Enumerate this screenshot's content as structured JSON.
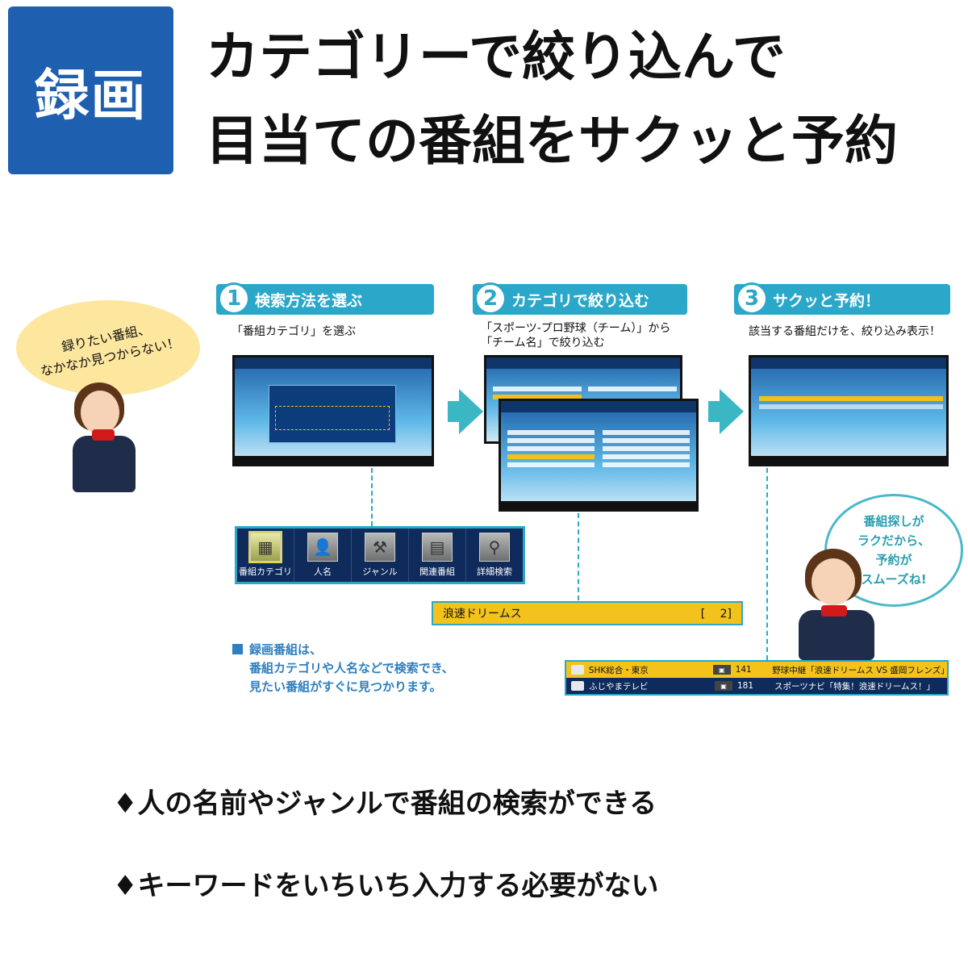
{
  "header": {
    "badge": "録画",
    "headline_line1": "カテゴリーで絞り込んで",
    "headline_line2": "目当ての番組をサクッと予約"
  },
  "bubble_left": {
    "line1": "録りたい番組、",
    "line2": "なかなか見つからない！"
  },
  "steps": [
    {
      "num": "1",
      "title": "検索方法を選ぶ",
      "desc1": "「番組カテゴリ」を選ぶ",
      "desc2": ""
    },
    {
      "num": "2",
      "title": "カテゴリで絞り込む",
      "desc1": "「スポーツ‐プロ野球（チーム）」から",
      "desc2": "「チーム名」で絞り込む"
    },
    {
      "num": "3",
      "title": "サクッと予約！",
      "desc1": "該当する番組だけを、絞り込み表示！",
      "desc2": ""
    }
  ],
  "menu": [
    {
      "label": "番組カテゴリ",
      "icon": "grid-icon"
    },
    {
      "label": "人名",
      "icon": "person-icon"
    },
    {
      "label": "ジャンル",
      "icon": "genre-icon"
    },
    {
      "label": "関連番組",
      "icon": "related-icon"
    },
    {
      "label": "詳細検索",
      "icon": "magnifier-icon"
    }
  ],
  "team_bar": {
    "name": "浪速ドリームス",
    "count": "[　 2]"
  },
  "note": {
    "line1": "録画番組は、",
    "line2": "番組カテゴリや人名などで検索でき、",
    "line3": "見たい番組がすぐに見つかります。"
  },
  "results": [
    {
      "station": "SHK総合・東京",
      "ch": "141",
      "title": "野球中継「浪速ドリームス VS 盛岡フレンズ」"
    },
    {
      "station": "ふじやまテレビ",
      "ch": "181",
      "title": "スポーツナビ「特集！浪速ドリームス！」"
    }
  ],
  "bubble_right": {
    "line1": "番組探しが",
    "line2": "ラクだから、",
    "line3": "予約が",
    "line4": "スムーズね!"
  },
  "bullets": [
    "♦人の名前やジャンルで番組の検索ができる",
    "♦キーワードをいちいち入力する必要がない"
  ],
  "colors": {
    "brand_blue": "#1f5fb0",
    "step_teal": "#2aa7c9",
    "highlight_yellow": "#f3c31c"
  }
}
